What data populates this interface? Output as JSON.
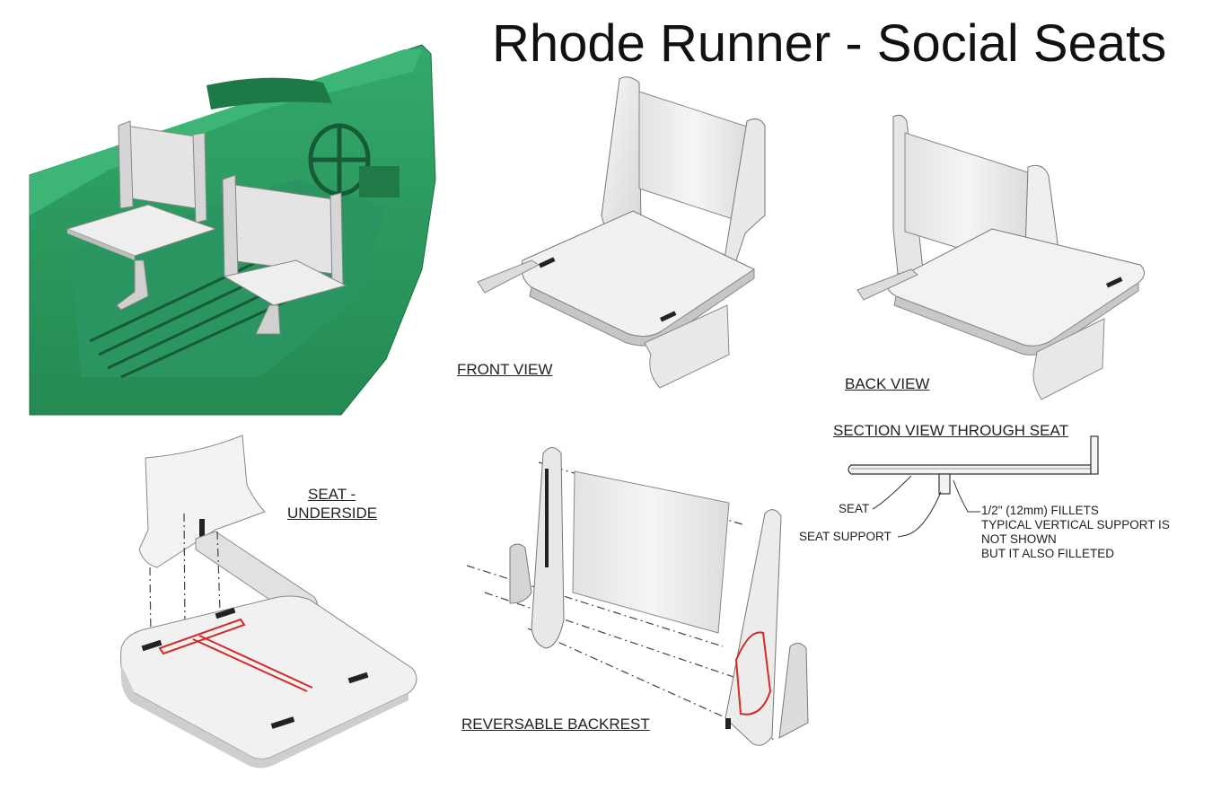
{
  "title": "Rhode Runner - Social Seats",
  "labels": {
    "front_view": "FRONT VIEW",
    "back_view": "BACK VIEW",
    "seat_underside_line1": "SEAT -",
    "seat_underside_line2": "UNDERSIDE",
    "reversable_backrest": "REVERSABLE BACKREST",
    "section_view": "SECTION VIEW THROUGH SEAT"
  },
  "section_callouts": {
    "seat": "SEAT",
    "seat_support": "SEAT SUPPORT",
    "fillets": "1/2\" (12mm) FILLETS",
    "note_line1": "TYPICAL VERTICAL SUPPORT IS",
    "note_line2": "NOT SHOWN",
    "note_line3": "BUT IT ALSO FILLETED"
  },
  "colors": {
    "hull_green": "#2e9e63",
    "hull_dark": "#1f7a48",
    "panel": "#ececec",
    "panel_shadow": "#c9c9c9",
    "fillet_red": "#d42a2a"
  }
}
